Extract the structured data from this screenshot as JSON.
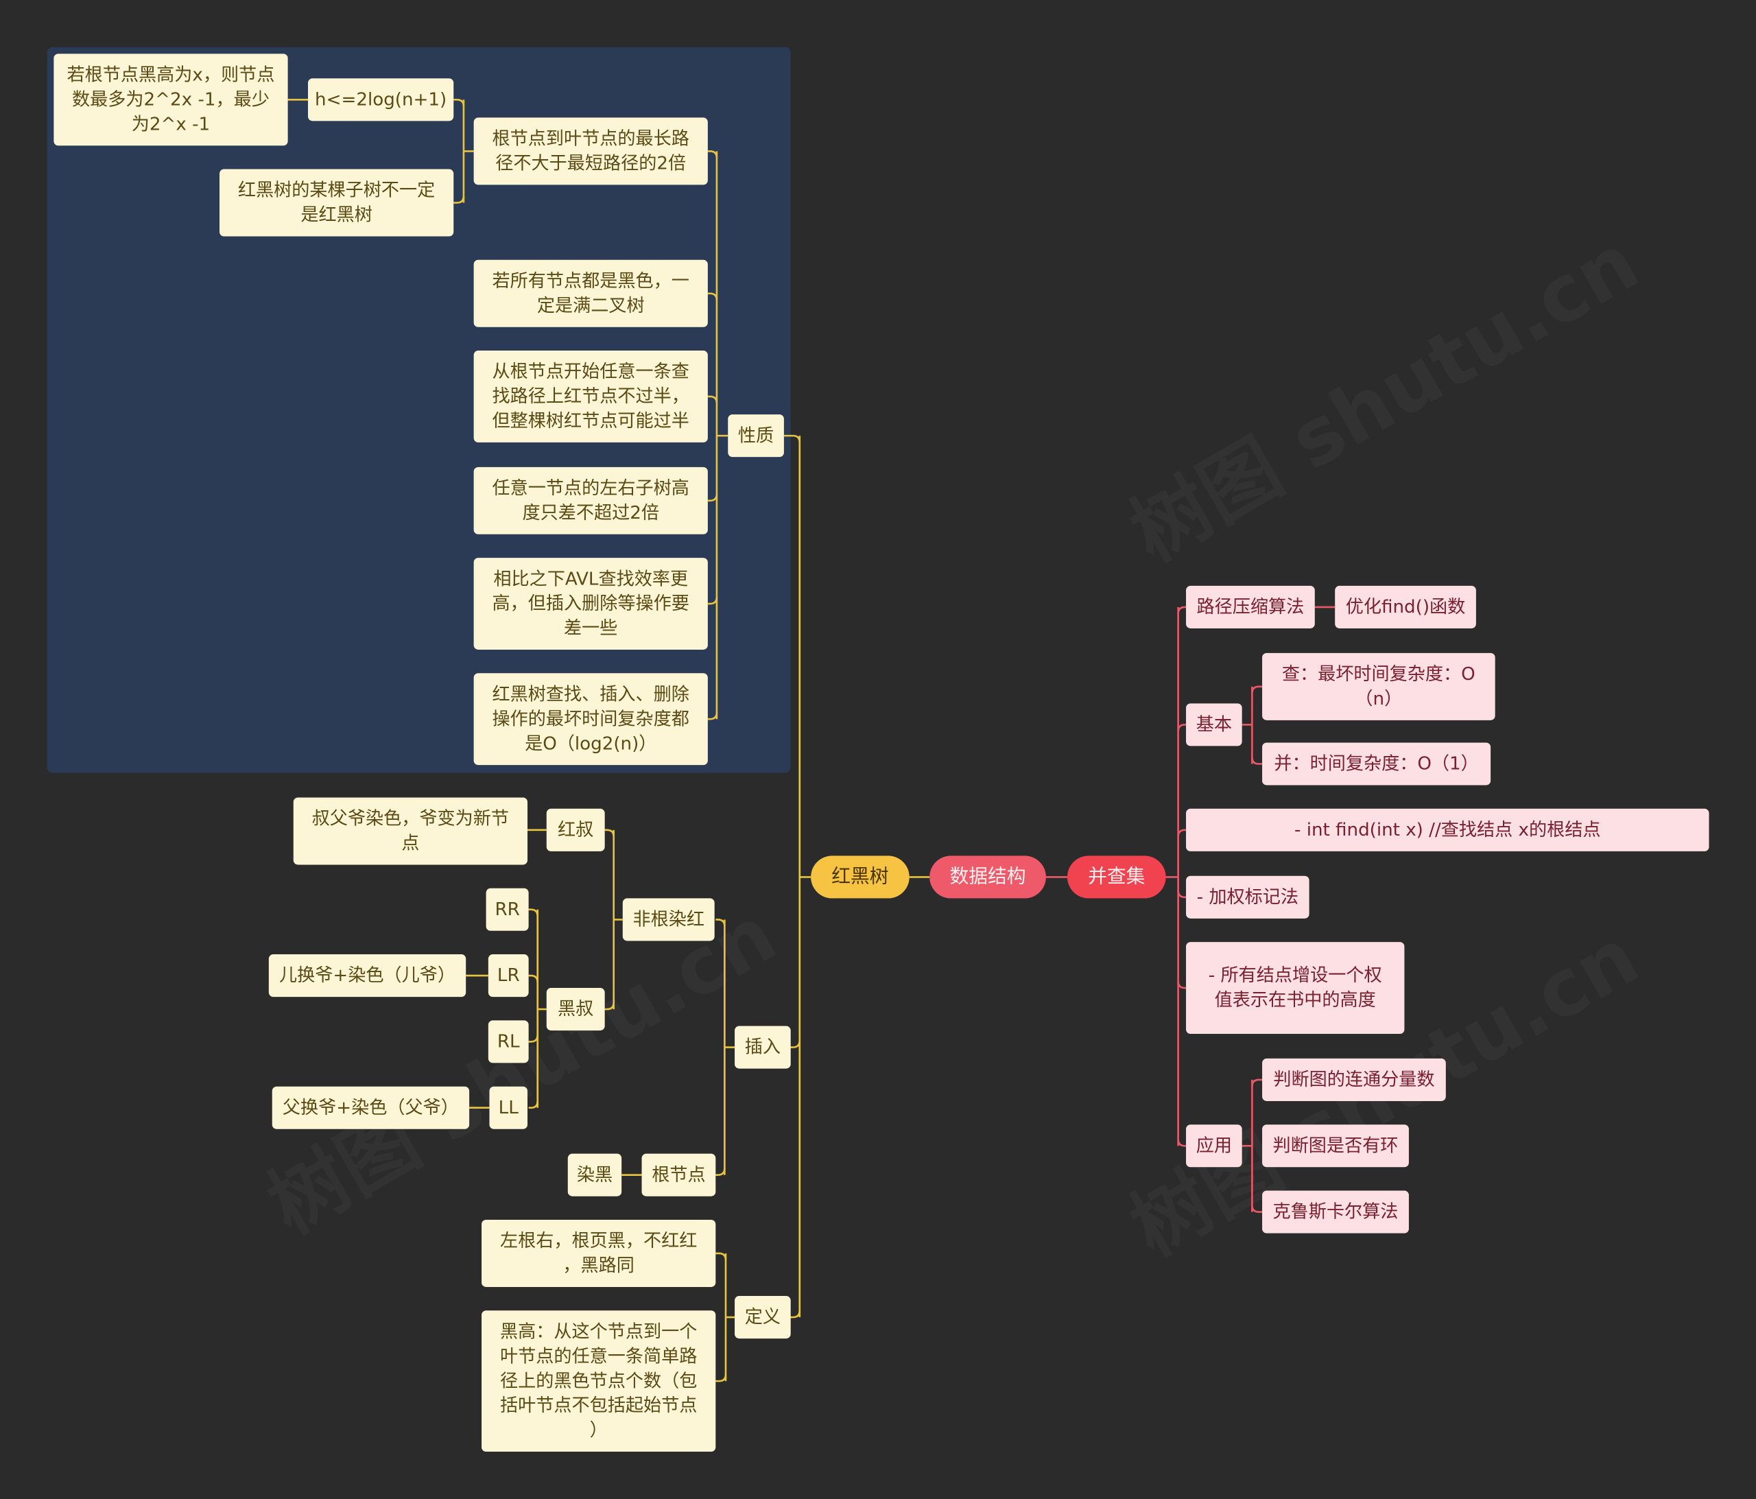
{
  "watermark": "树图 shutu.cn",
  "colors": {
    "background": "#2b2b2b",
    "panel": "#2b3a55",
    "yellow_line": "#e8c440",
    "red_line": "#e85a68"
  },
  "center": {
    "data_structure": "数据结构",
    "red_black_tree": "红黑树",
    "union_find": "并查集"
  },
  "rbt": {
    "properties": {
      "label": "性质",
      "items": [
        "根节点到叶节点的最长路\n径不大于最短路径的2倍",
        "若所有节点都是黑色，一\n定是满二叉树",
        "从根节点开始任意一条查\n找路径上红节点不过半，\n但整棵树红节点可能过半",
        "任意一节点的左右子树高\n度只差不超过2倍",
        "相比之下AVL查找效率更\n高，但插入删除等操作要\n差一些",
        "红黑树查找、插入、删除\n操作的最坏时间复杂度都\n是O（log2(n)）"
      ],
      "height_bound": "h<=2log(n+1)",
      "node_count": "若根节点黑高为x，则节点\n数最多为2^2x  -1，最少\n为2^x  -1",
      "subtree_note": "红黑树的某棵子树不一定\n是红黑树"
    },
    "insert": {
      "label": "插入",
      "non_root": "非根染红",
      "red_uncle": "红叔",
      "red_uncle_action": "叔父爷染色，爷变为新节\n点",
      "black_uncle": "黑叔",
      "rr": "RR",
      "lr": "LR",
      "rl": "RL",
      "ll": "LL",
      "lr_action": "儿换爷+染色（儿爷）",
      "ll_action": "父换爷+染色（父爷）",
      "root_node": "根节点",
      "root_action": "染黑"
    },
    "definition": {
      "label": "定义",
      "summary": "左根右，根页黑，不红红\n，黑路同",
      "black_height": "黑高：从这个节点到一个\n叶节点的任意一条简单路\n径上的黑色节点个数（包\n括叶节点不包括起始节点\n）"
    }
  },
  "uf": {
    "path_compression": "路径压缩算法",
    "optimize_find": "优化find()函数",
    "basic": "基本",
    "find_complexity": "查：最坏时间复杂度：O\n（n）",
    "union_complexity": "并：时间复杂度：O（1）",
    "find_signature": "- int find(int x)                 //查找结点 x的根结点",
    "weighted": "- 加权标记法",
    "weight_note": "- 所有结点增设一个权\n值表示在书中的高度",
    "application": "应用",
    "apps": [
      "判断图的连通分量数",
      "判断图是否有环",
      "克鲁斯卡尔算法"
    ]
  }
}
